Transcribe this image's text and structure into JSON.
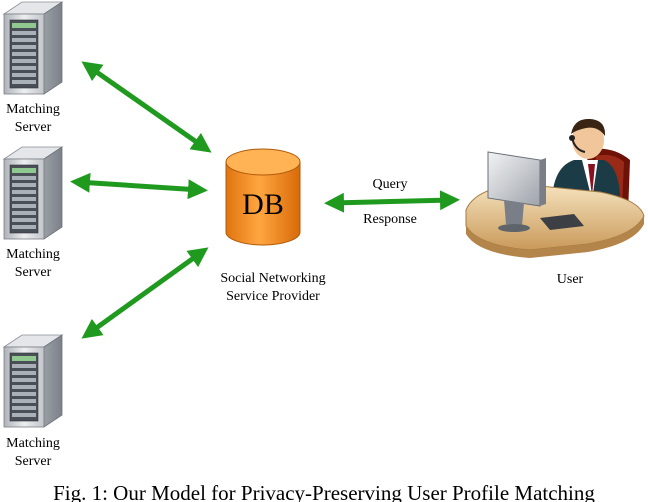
{
  "servers": [
    {
      "line1": "Matching",
      "line2": "Server"
    },
    {
      "line1": "Matching",
      "line2": "Server"
    },
    {
      "line1": "Matching",
      "line2": "Server"
    }
  ],
  "database": {
    "label": "DB",
    "caption_line1": "Social Networking",
    "caption_line2": "Service Provider"
  },
  "links": {
    "query": "Query",
    "response": "Response"
  },
  "user": {
    "label": "User"
  },
  "figure_caption": "Fig. 1: Our Model for Privacy-Preserving User Profile Matching",
  "colors": {
    "arrow": "#1f9a1f",
    "db_body": "#f08a18",
    "db_top": "#ffa640",
    "server_body": "#d8dade"
  }
}
